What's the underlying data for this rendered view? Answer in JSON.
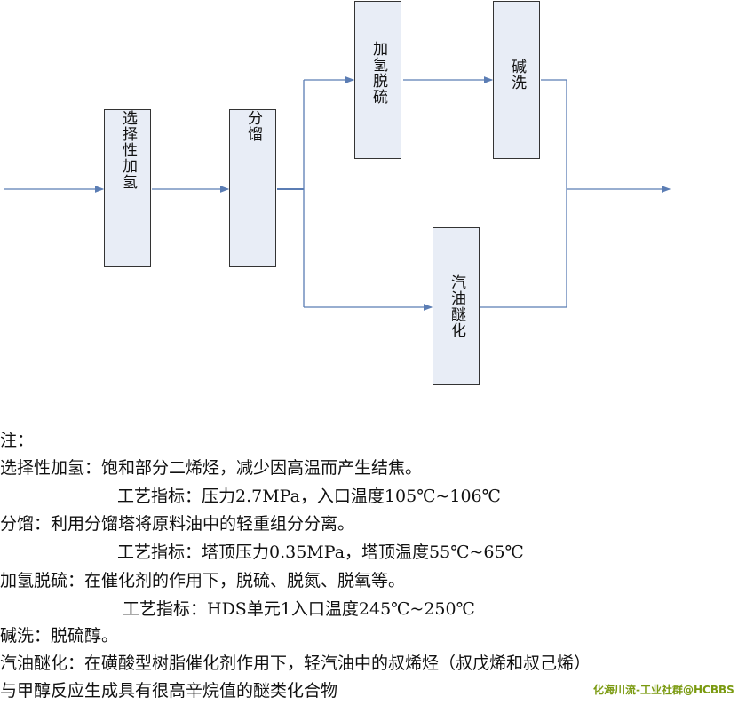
{
  "diagram": {
    "boxes": [
      {
        "id": "selective-hydrogenation",
        "label": "选择性加氢"
      },
      {
        "id": "fractionation",
        "label": "分馏"
      },
      {
        "id": "hydrodesulfurization",
        "label": "加氢脱硫"
      },
      {
        "id": "caustic-wash",
        "label": "碱洗"
      },
      {
        "id": "gasoline-etherification",
        "label": "汽油醚化"
      }
    ],
    "line_color": "#5b7db4",
    "box_fill": "#e8edf6"
  },
  "notes": [
    "注：",
    "选择性加氢：饱和部分二烯烃，减少因高温而产生结焦。",
    "工艺指标：压力2.7MPa，入口温度105℃~106℃",
    "分馏：利用分馏塔将原料油中的轻重组分分离。",
    "工艺指标：塔顶压力0.35MPa，塔顶温度55℃~65℃",
    "加氢脱硫：在催化剂的作用下，脱硫、脱氮、脱氧等。",
    "工艺指标：HDS单元1入口温度245℃~250℃",
    "碱洗：脱硫醇。",
    "汽油醚化：在磺酸型树脂催化剂作用下，轻汽油中的叔烯烃（叔戊烯和叔己烯）",
    "与甲醇反应生成具有很高辛烷值的醚类化合物"
  ],
  "watermark": "化海川流-工业社群@HCBBS"
}
